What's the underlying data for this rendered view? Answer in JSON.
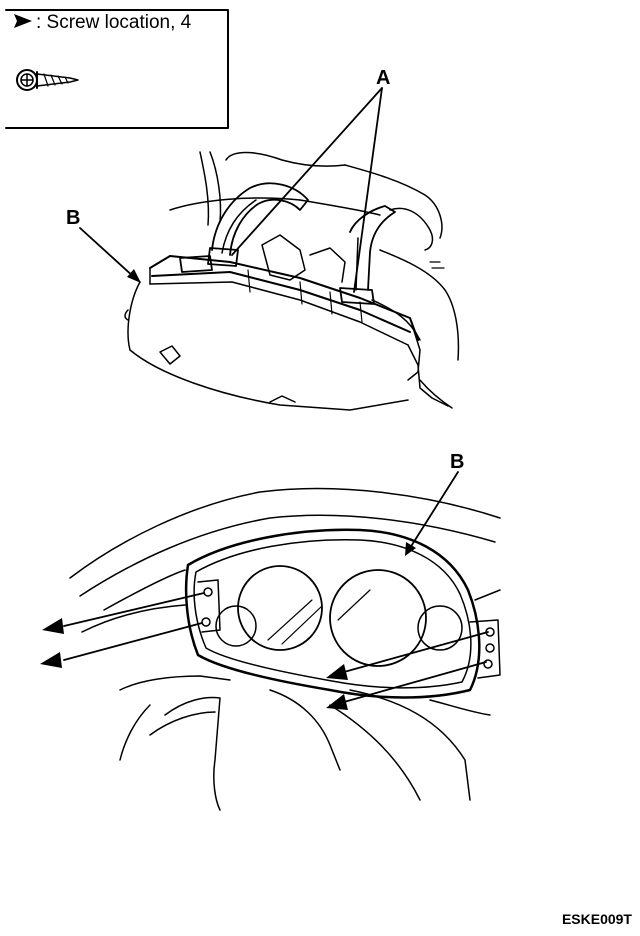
{
  "legend": {
    "text": ": Screw location, 4",
    "screw_icon": "screw-icon",
    "marker_icon": "arrowhead-marker-icon"
  },
  "labels": {
    "top_a": "A",
    "top_b": "B",
    "bottom_b": "B"
  },
  "figure_code": "ESKE009T"
}
